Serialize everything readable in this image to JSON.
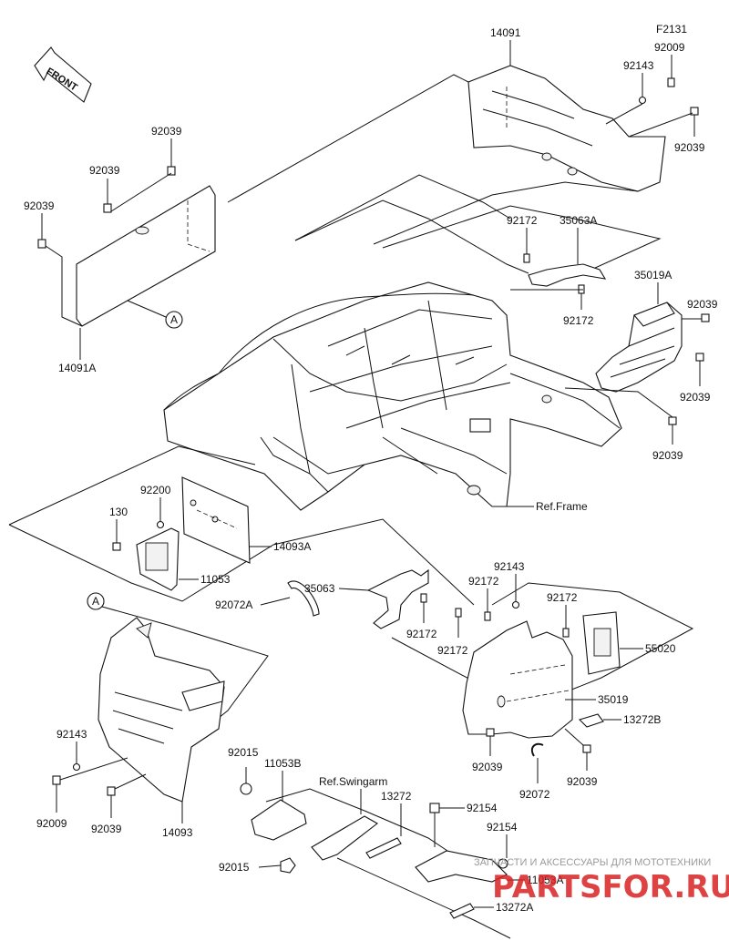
{
  "diagram": {
    "code": "F2131",
    "direction_label": "FRONT",
    "callouts": {
      "p14091": "14091",
      "p92143_top": "92143",
      "p92009_top": "92009",
      "p92039_top_right": "92039",
      "p92039_a": "92039",
      "p92039_b": "92039",
      "p92039_c": "92039",
      "p14091A": "14091A",
      "circleA_top": "A",
      "p92172_a": "92172",
      "p35063A": "35063A",
      "p35019A": "35019A",
      "p92039_r1": "92039",
      "p92172_b": "92172",
      "p92039_r2": "92039",
      "p92039_r3": "92039",
      "ref_frame": "Ref.Frame",
      "p92200": "92200",
      "p130": "130",
      "p14093A": "14093A",
      "p11053": "11053",
      "p92072A": "92072A",
      "p35063": "35063",
      "p92172_c": "92172",
      "p92172_d": "92172",
      "p92143_mid": "92143",
      "p92172_e": "92172",
      "p92172_f": "92172",
      "p55020": "55020",
      "p35019": "35019",
      "p13272B": "13272B",
      "circleA_bottom": "A",
      "p92143_left": "92143",
      "p92009_left": "92009",
      "p92039_left": "92039",
      "p14093": "14093",
      "p92039_mid1": "92039",
      "p92072": "92072",
      "p92039_mid2": "92039",
      "p92015_top": "92015",
      "p11053B": "11053B",
      "ref_swingarm": "Ref.Swingarm",
      "p13272": "13272",
      "p92154_a": "92154",
      "p92154_b": "92154",
      "p92015_bottom": "92015",
      "p11053A": "11053A",
      "p13272A": "13272A"
    },
    "watermark": {
      "text": "ЗАПЧАСТИ И АКСЕССУАРЫ ДЛЯ МОТОТЕХНИКИ",
      "brand": "PARTSFOR.RU"
    }
  }
}
